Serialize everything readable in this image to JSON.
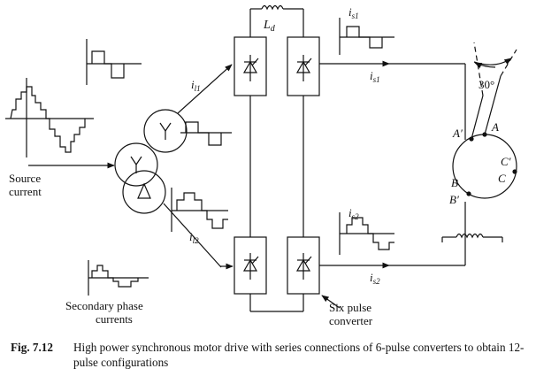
{
  "labels": {
    "ld": "L",
    "ld_sub": "d",
    "is": "i",
    "s1_sub": "s1",
    "s2_sub": "s2",
    "il": "i",
    "l1_sub": "l1",
    "l2_sub": "l2",
    "angle": "30°",
    "A_prime": "A′",
    "A": "A",
    "C_prime": "C′",
    "C": "C",
    "B": "B",
    "B_prime": "B′",
    "source_current_line1": "Source",
    "source_current_line2": "current",
    "secondary_line1": "Secondary phase",
    "secondary_line2": "currents",
    "six_pulse_line1": "Six pulse",
    "six_pulse_line2": "converter",
    "wye": "Y",
    "delta": "Δ"
  },
  "caption": {
    "number": "Fig. 7.12",
    "text": "High power synchronous motor drive with series connections of 6-pulse converters to obtain 12-pulse configurations"
  }
}
